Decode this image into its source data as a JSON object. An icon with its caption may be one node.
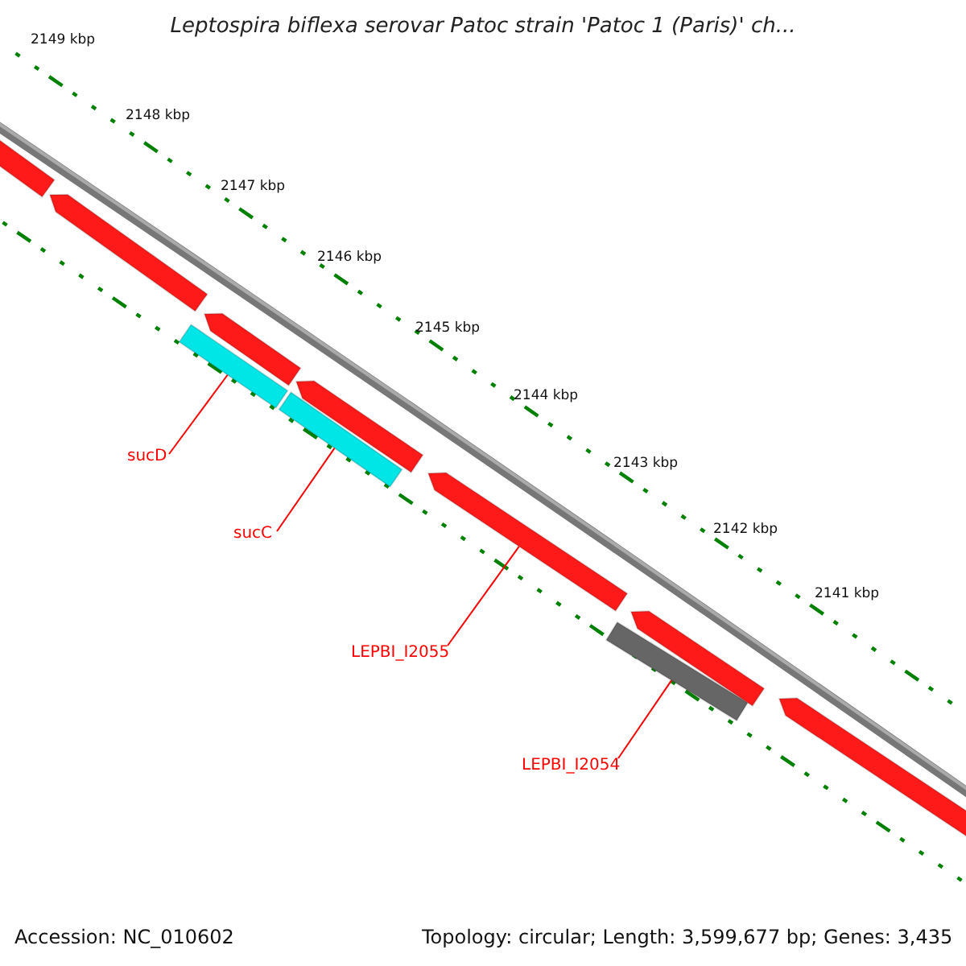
{
  "diagram": {
    "title": "Leptospira biflexa serovar Patoc strain 'Patoc 1 (Paris)' ch...",
    "nodes": [
      {
        "text": [
          "sucD"
        ]
      },
      {
        "text": [
          "sucC"
        ]
      },
      {
        "text": [
          "LEPBI_I2055"
        ]
      },
      {
        "text": [
          "LEPBI_I2054"
        ]
      },
      {
        "text": [],
        "shape": "bar"
      },
      {
        "text": [],
        "shape": "pentagon"
      },
      {
        "text": [],
        "shape": "bar"
      },
      {
        "text": [],
        "shape": "pentagon"
      },
      {
        "text": [],
        "shape": "bar"
      },
      {
        "text": [],
        "shape": "pentagon"
      },
      {
        "text": [],
        "shape": "pentagon"
      },
      {
        "text": [],
        "shape": "bar"
      },
      {
        "text": [],
        "shape": "pentagon"
      },
      {
        "text": [],
        "shape": "pentagon"
      }
    ],
    "edges": [
      {
        "from": 0,
        "to": 6,
        "arrow": "none",
        "color": "#ff0000"
      },
      {
        "from": 1,
        "to": 8,
        "arrow": "none",
        "color": "#ff0000"
      },
      {
        "from": 2,
        "to": 10,
        "arrow": "none",
        "color": "#ff0000"
      },
      {
        "from": 3,
        "to": 11,
        "arrow": "none",
        "color": "#ff0000"
      }
    ],
    "labels": [
      "2149 kbp",
      "2148 kbp",
      "2147 kbp",
      "2146 kbp",
      "2145 kbp",
      "2144 kbp",
      "2143 kbp",
      "2142 kbp",
      "2141 kbp",
      "Accession: NC_010602",
      "Topology: circular; Length: 3,599,677 bp; Genes: 3,435"
    ]
  }
}
